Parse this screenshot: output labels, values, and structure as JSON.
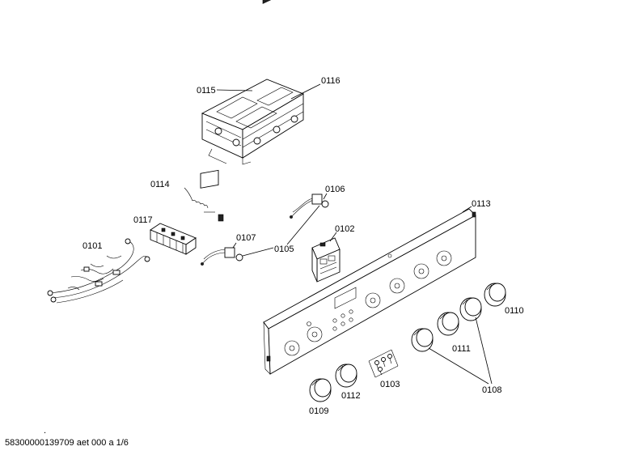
{
  "labels": {
    "p0101": "0101",
    "p0102": "0102",
    "p0103": "0103",
    "p0105": "0105",
    "p0106": "0106",
    "p0107": "0107",
    "p0108": "0108",
    "p0109": "0109",
    "p0110": "0110",
    "p0111": "0111",
    "p0112": "0112",
    "p0113": "0113",
    "p0114": "0114",
    "p0115": "0115",
    "p0116": "0116",
    "p0117": "0117"
  },
  "footer": {
    "text": "58300000139709 aet 000 a 1/6",
    "mark": "."
  }
}
